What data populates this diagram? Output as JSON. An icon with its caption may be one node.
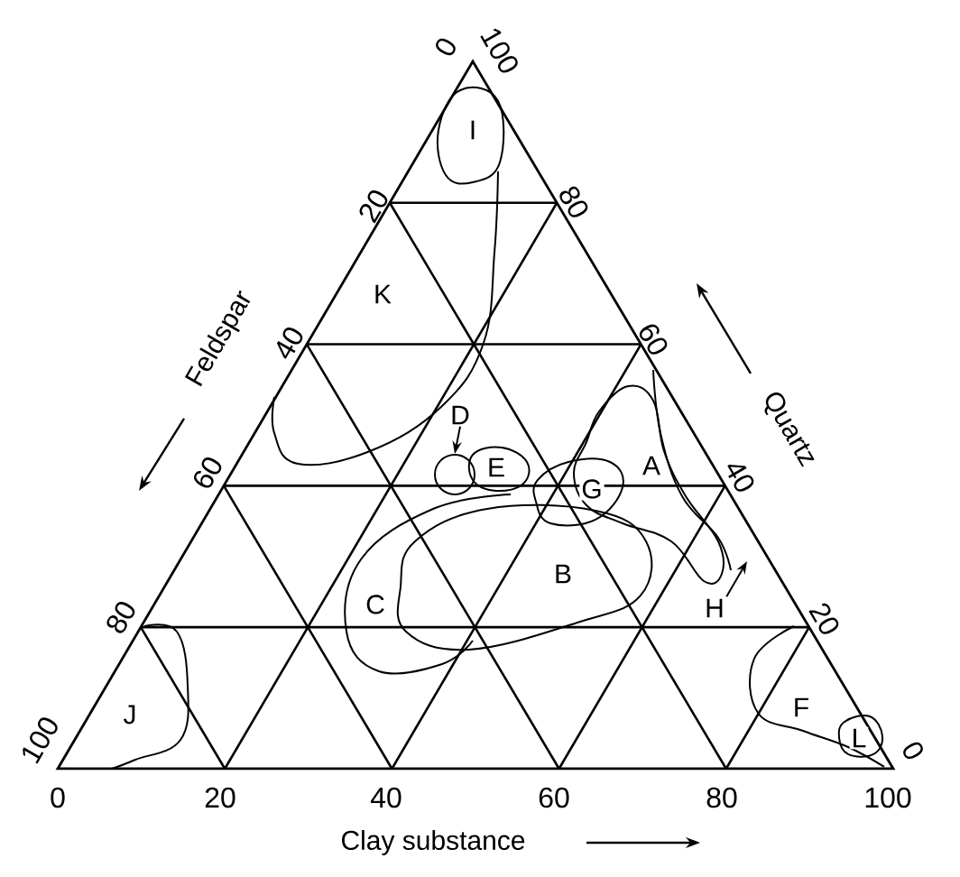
{
  "diagram": {
    "nodes": [
      {
        "text": [
          "D"
        ]
      },
      {
        "text": [
          "H"
        ]
      },
      {
        "text": [],
        "shape": "circle"
      }
    ],
    "edges": [
      {
        "from": 0,
        "to": 2,
        "arrow": "to"
      },
      {
        "from": 1,
        "to": null,
        "arrow": "to"
      }
    ],
    "labels": [
      "0",
      "100",
      "I",
      "20",
      "80",
      "K",
      "Feldspar",
      "40",
      "60",
      "Quartz",
      "E",
      "G",
      "A",
      "60",
      "40",
      "B",
      "C",
      "80",
      "20",
      "J",
      "F",
      "L",
      "100",
      "0",
      "0",
      "20",
      "40",
      "60",
      "80",
      "100",
      "Clay substance"
    ]
  }
}
